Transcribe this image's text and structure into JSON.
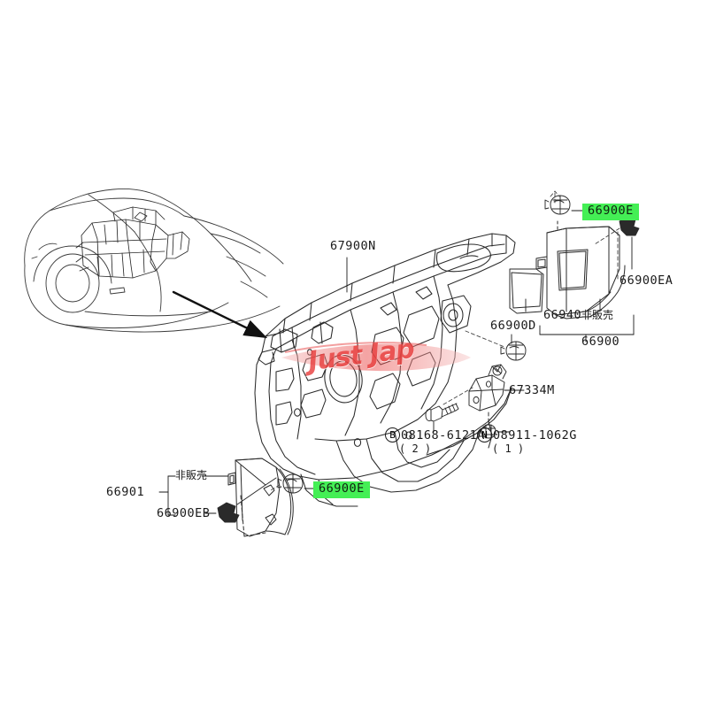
{
  "diagram": {
    "title": "Dash Side Finisher / Dash Panel Parts Diagram",
    "watermark_text": "Just Jap",
    "highlight_color": "#44ef55",
    "line_color": "#1a1a1a"
  },
  "labels": {
    "dash_panel": "67900N",
    "grommet_d": "66900D",
    "bracket": "67334M",
    "finisher_assy": "66900",
    "finisher_inner": "66940",
    "clip_ea": "66900EA",
    "clip_e_right": "66900E",
    "clip_e_left": "66900E",
    "finisher_left_assy": "66901",
    "clip_eb": "66900EB",
    "not_for_sale_right": "非販売",
    "not_for_sale_left": "非販売"
  },
  "fasteners": [
    {
      "id": "bolt",
      "bubble": "B",
      "code": "08168-6121A",
      "qty": "( 2 )"
    },
    {
      "id": "nut",
      "bubble": "N",
      "code": "08911-1062G",
      "qty": "( 1 )"
    }
  ],
  "figures": {
    "vehicle": "vehicle-outline-illustration",
    "dash_panel": "dash-panel-illustration",
    "right_finisher": "right-dash-side-finisher-illustration",
    "left_finisher": "left-dash-side-finisher-illustration",
    "bracket": "bracket-illustration"
  }
}
